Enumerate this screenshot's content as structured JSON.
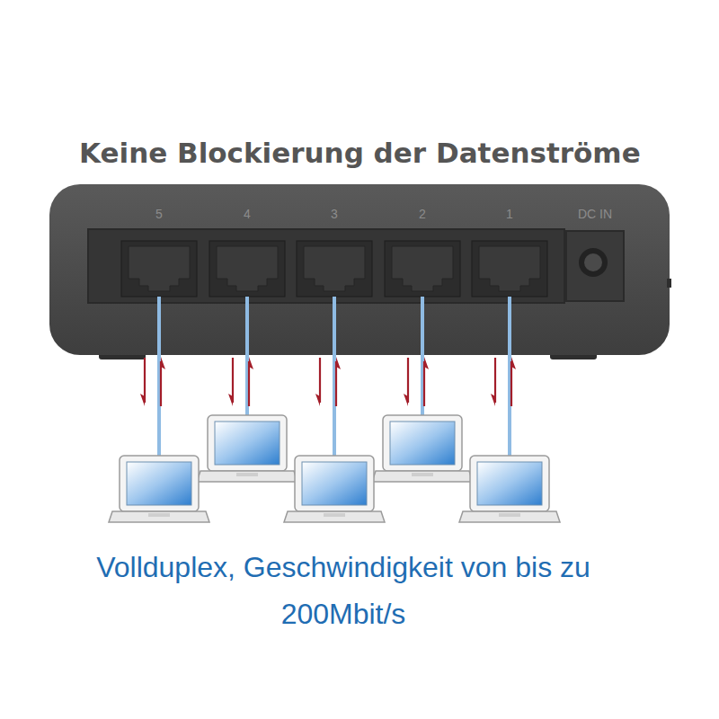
{
  "diagram": {
    "title": "Keine Blockierung der Datenströme",
    "caption": "Vollduplex, Geschwindigkeit von bis zu 200Mbit/s",
    "labels": [
      "5",
      "4",
      "3",
      "2",
      "1",
      "DC IN"
    ]
  }
}
